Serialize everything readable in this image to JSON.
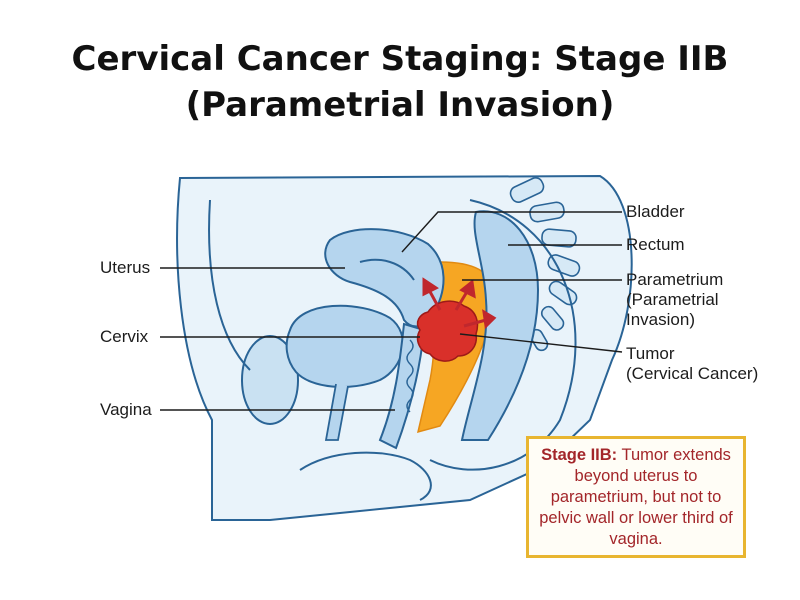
{
  "title": {
    "line1": "Cervical Cancer Staging: Stage IIB",
    "line2": "(Parametrial Invasion)"
  },
  "labels": {
    "uterus": "Uterus",
    "cervix": "Cervix",
    "vagina": "Vagina",
    "bladder": "Bladder",
    "rectum": "Rectum",
    "parametrium_line1": "Parametrium",
    "parametrium_line2": "(Parametrial",
    "parametrium_line3": "Invasion)",
    "tumor_line1": "Tumor",
    "tumor_line2": "(Cervical Cancer)"
  },
  "callout": {
    "heading": "Stage IIB:",
    "text": "Tumor extends beyond uterus to parametrium, but not to pelvic wall or lower third of vagina."
  },
  "colors": {
    "outline": "#2a6496",
    "tissue_fill": "#d6e9f6",
    "organ_fill": "#b5d5ee",
    "parametrium": "#f6a623",
    "tumor": "#d9302a",
    "arrow": "#c0272d",
    "callout_border": "#e8b530",
    "callout_text": "#a3262a"
  }
}
